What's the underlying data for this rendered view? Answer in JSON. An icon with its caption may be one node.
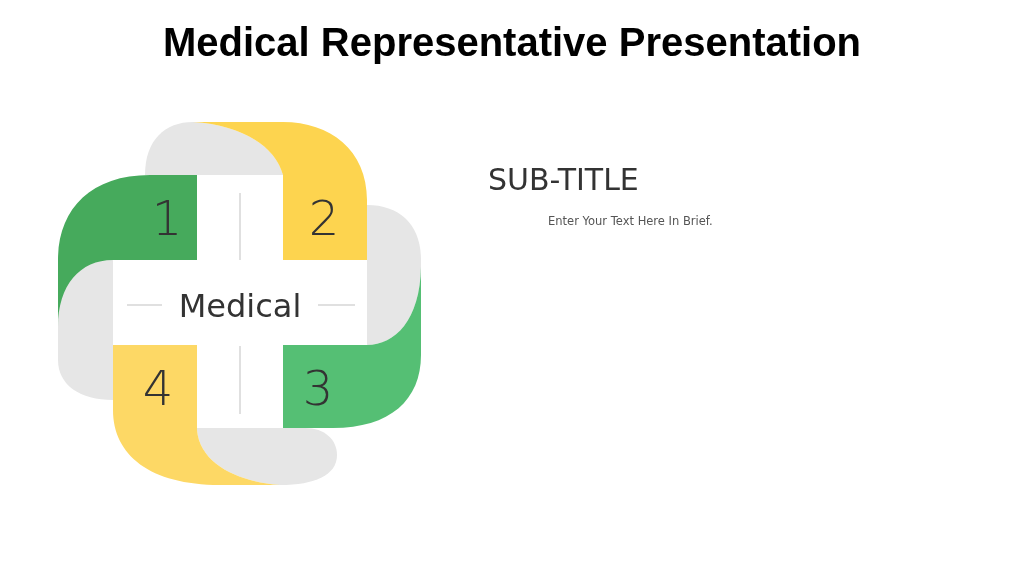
{
  "diagram": {
    "title": "Medical Representative Presentation",
    "nodes": [
      {
        "text": [
          "Medical"
        ]
      },
      {
        "text": [
          "1"
        ]
      },
      {
        "text": [
          "2"
        ]
      },
      {
        "text": [
          "3"
        ]
      },
      {
        "text": [
          "4"
        ]
      }
    ],
    "labels": [
      "SUB-TITLE",
      "Enter Your Text Here In Brief."
    ]
  }
}
